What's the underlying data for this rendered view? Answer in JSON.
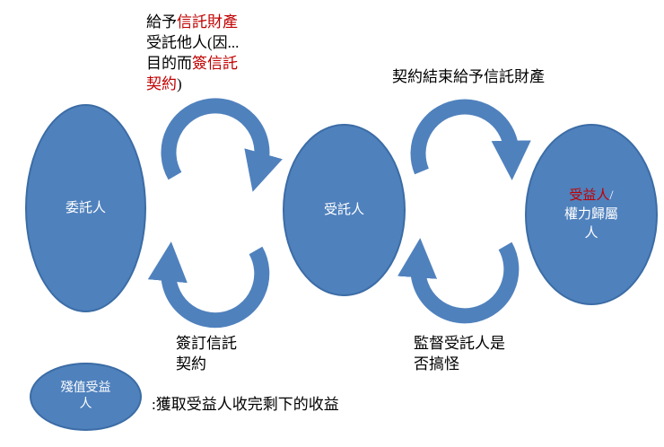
{
  "colors": {
    "shape_fill": "#4f81bd",
    "shape_border": "#3b6ca5",
    "accent_red": "#c00000"
  },
  "nodes": {
    "trustor": {
      "label": "委託人"
    },
    "trustee": {
      "label": "受託人"
    },
    "beneficiary": {
      "line1_red": "受益人",
      "line1_tail": "/",
      "line2": "權力歸屬",
      "line3": "人"
    },
    "residual_beneficiary": {
      "line1": "殘值受益",
      "line2": "人"
    }
  },
  "annotations": {
    "give_trust_property": {
      "l1_a": "給予",
      "l1_b": "信託財產",
      "l2": "受託他人(因...",
      "l3_a": "目的而",
      "l3_b": "簽信託",
      "l4_a": "契約",
      "l4_b": ")"
    },
    "contract_end": "契約結束給予信託財產",
    "sign_trust_contract": {
      "l1": "簽訂信託",
      "l2": "契約"
    },
    "supervise_trustee": {
      "l1": "監督受託人是",
      "l2": "否搞怪"
    },
    "residual_note": ":獲取受益人收完剩下的收益"
  }
}
